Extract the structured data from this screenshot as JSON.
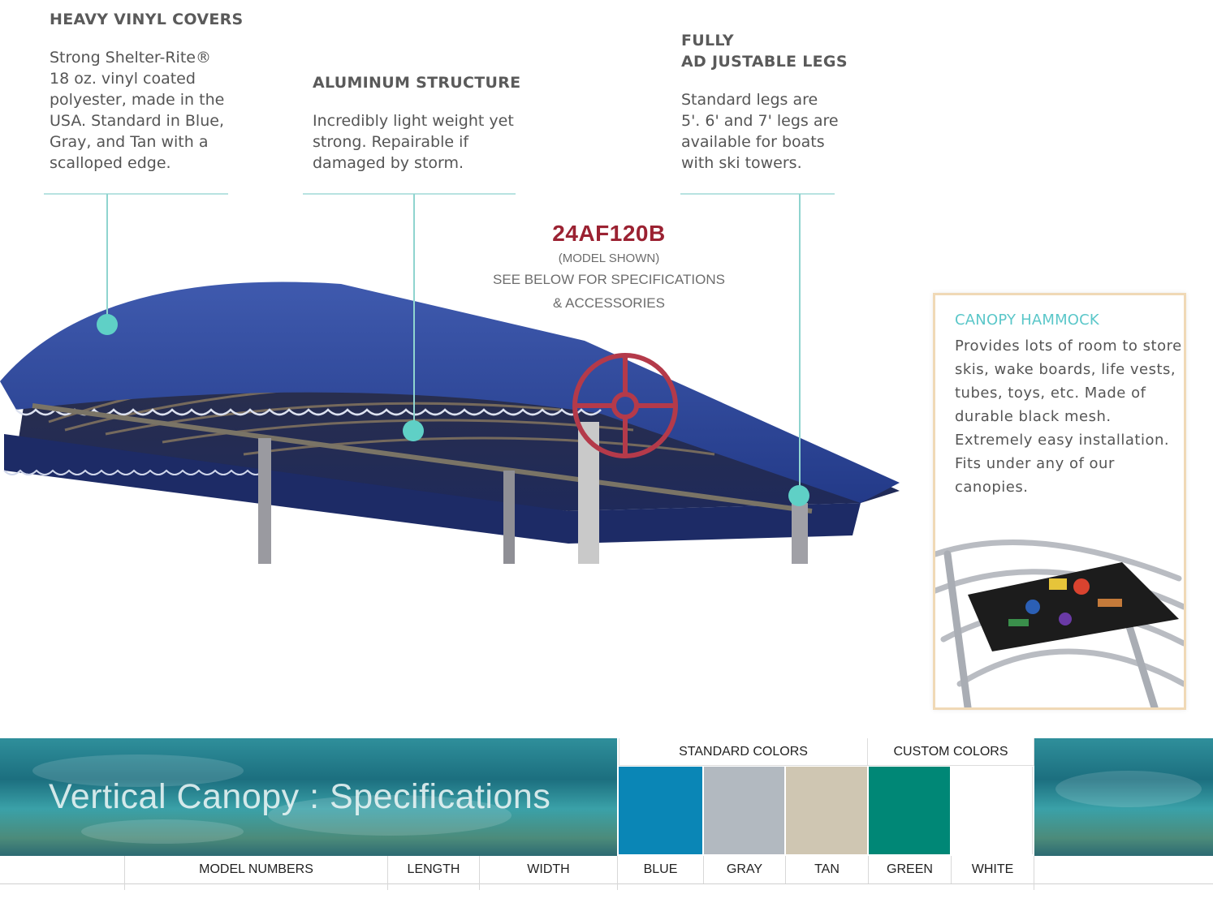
{
  "features": [
    {
      "title": "HEAVY VINYL COVERS",
      "body": "Strong Shelter-Rite®\n18 oz. vinyl coated\npolyester, made in the\nUSA. Standard in Blue,\nGray, and Tan with a\nscalloped edge."
    },
    {
      "title": "ALUMINUM STRUCTURE",
      "body": "Incredibly light weight yet\nstrong. Repairable if\ndamaged by storm."
    },
    {
      "title": "FULLY\nAD JUSTABLE LEGS",
      "body": "Standard legs are\n5'. 6' and 7' legs are\navailable for boats\nwith ski towers."
    }
  ],
  "model_callout": {
    "code": "24AF120B",
    "line1": "(MODEL SHOWN)",
    "line2": "SEE BELOW FOR SPECIFICATIONS",
    "line3": "& ACCESSORIES"
  },
  "hammock": {
    "title": "CANOPY HAMMOCK",
    "description": "Provides lots of room to store\nskis, wake boards, life vests,\ntubes, toys, etc. Made of\ndurable black mesh.\nExtremely easy installation.\nFits under any of our\ncanopies."
  },
  "specifications": {
    "title": "Vertical Canopy : Specifications",
    "standard_colors_label": "STANDARD COLORS",
    "custom_colors_label": "CUSTOM COLORS",
    "swatches": [
      {
        "name": "BLUE",
        "color": "#0a86b6"
      },
      {
        "name": "GRAY",
        "color": "#b2b9c0"
      },
      {
        "name": "TAN",
        "color": "#cfc6b2"
      },
      {
        "name": "GREEN",
        "color": "#008776"
      },
      {
        "name": "WHITE",
        "color": "#ffffff"
      }
    ],
    "columns": {
      "model_numbers": "MODEL NUMBERS",
      "length": "LENGTH",
      "width": "WIDTH",
      "blue": "BLUE",
      "gray": "GRAY",
      "tan": "TAN",
      "green": "GREEN",
      "white": "WHITE"
    }
  },
  "colors": {
    "accent_teal": "#5fd0c6",
    "model_code_red": "#9b2232",
    "canopy_blue": "#273f8e"
  }
}
